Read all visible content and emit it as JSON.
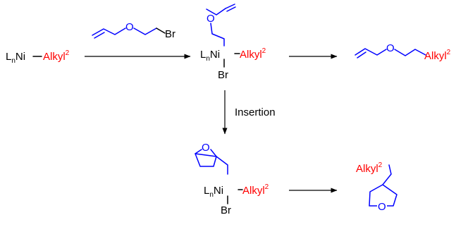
{
  "colors": {
    "black": "#000000",
    "red": "#ff0000",
    "blue": "#0000ff"
  },
  "labels": {
    "ln_main": "L",
    "ln_sub": "n",
    "ni": "Ni",
    "alkyl": "Alkyl",
    "alkyl_sup": "2",
    "br": "Br",
    "o": "O",
    "insertion": "Insertion"
  }
}
